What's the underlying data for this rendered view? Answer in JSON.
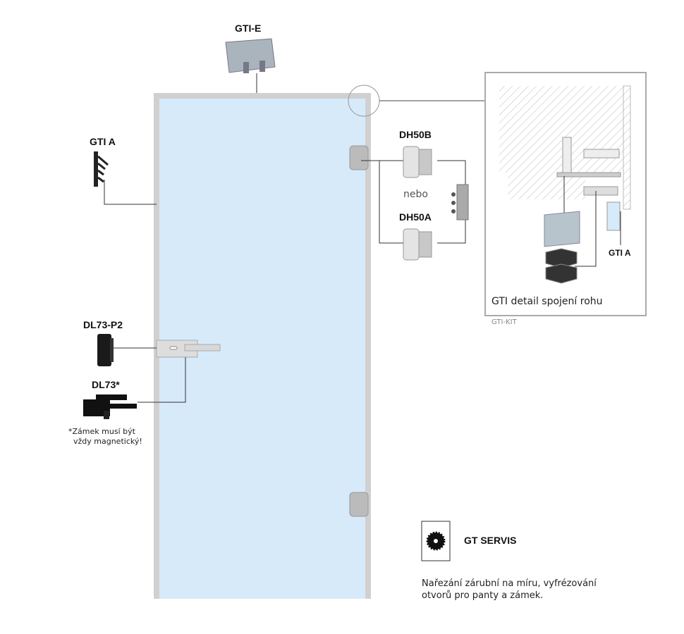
{
  "labels": {
    "gti_e": "GTI-E",
    "gti_a": "GTI A",
    "dh50b": "DH50B",
    "nebo": "nebo",
    "dh50a": "DH50A",
    "dl73_p2": "DL73-P2",
    "dl73": "DL73*",
    "lock_note_1": "*Zámek musí být",
    "lock_note_2": "vždy magnetický!",
    "detail_gti_a": "GTI A",
    "detail_caption": "GTI detail spojení rohu",
    "kit_code": "GTI-KIT",
    "servis_title": "GT SERVIS",
    "servis_desc_1": "Nařezání zárubní na míru, vyfrézování",
    "servis_desc_2": "otvorů pro panty a zámek."
  },
  "colors": {
    "glass": "#d6eafa",
    "frame": "#c8c8c8",
    "line": "#333333"
  }
}
